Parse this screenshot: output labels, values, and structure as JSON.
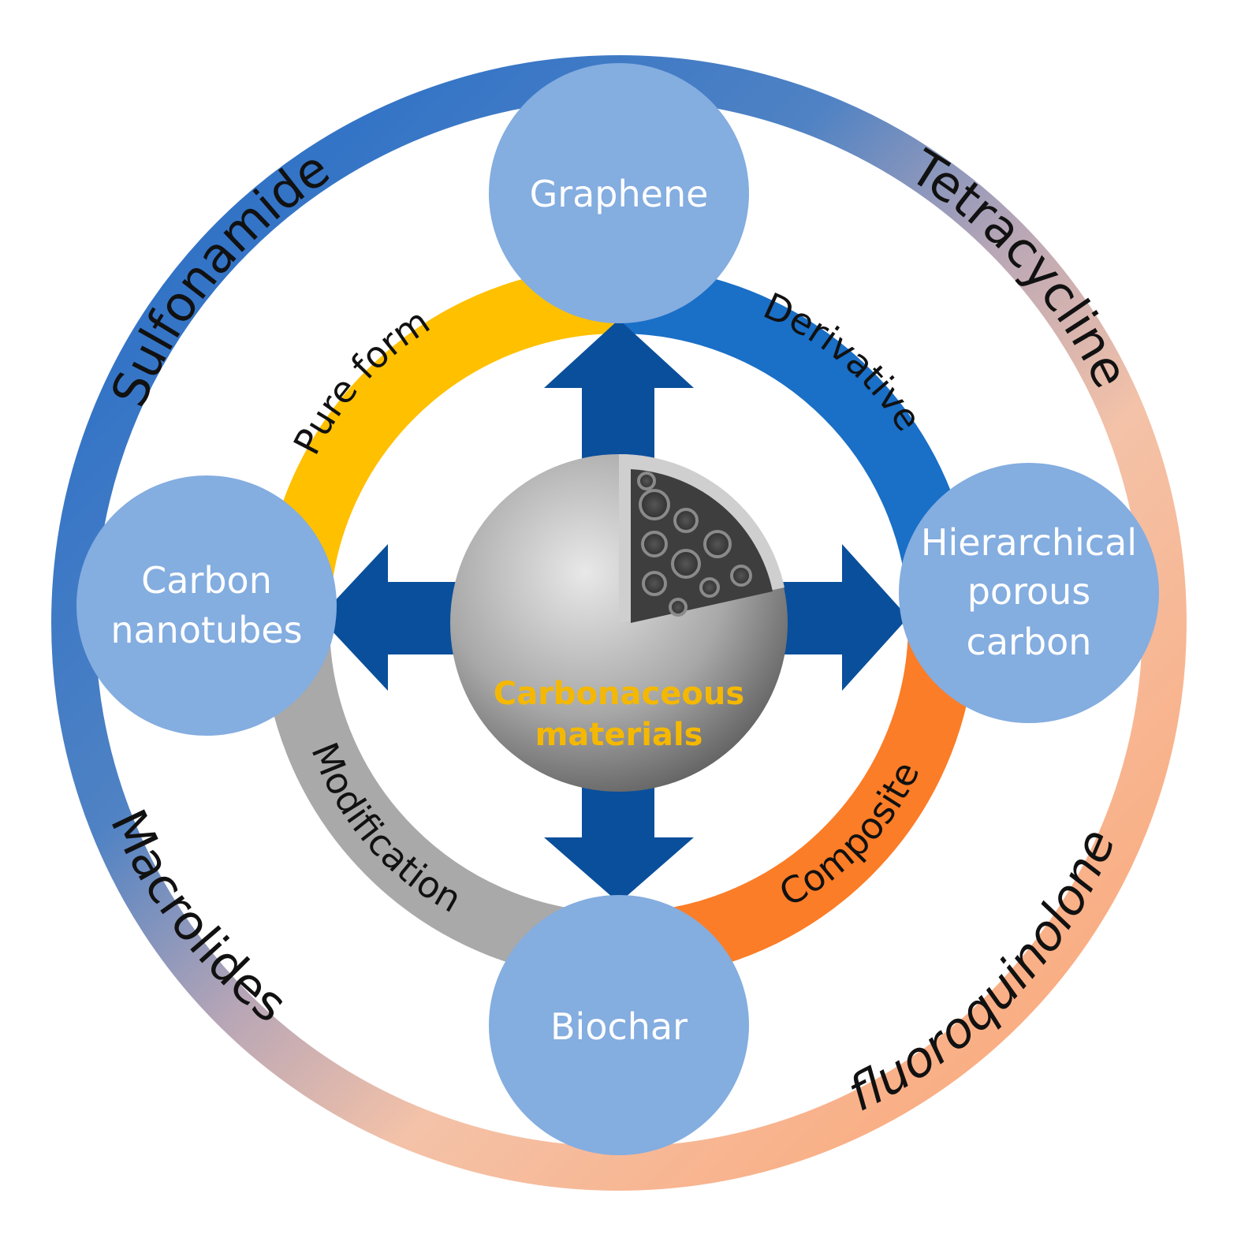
{
  "outer_ring": {
    "top_left": "Sulfonamides",
    "top_right": "Tetracyclines",
    "bottom_left": "Macrolides",
    "bottom_right": "fluoroquinolones"
  },
  "inner_ring": {
    "top_left": "Pure form",
    "top_right": "Derivative",
    "bottom_left": "Modification",
    "bottom_right": "Composite"
  },
  "nodes": {
    "top": "Graphene",
    "left_line1": "Carbon",
    "left_line2": "nanotubes",
    "right_line1": "Hierarchical",
    "right_line2": "porous",
    "right_line3": "carbon",
    "bottom": "Biochar"
  },
  "center": {
    "line1": "Carbonaceous",
    "line2": "materials"
  },
  "colors": {
    "outer_blue": "#2f6fc4",
    "outer_peach": "#f7b58e",
    "pure_form": "#ffc000",
    "derivative": "#1a6fc7",
    "composite": "#fb7d27",
    "modification": "#a9a9a9",
    "node_fill": "#84ade0",
    "arrow": "#0a4f9b"
  }
}
